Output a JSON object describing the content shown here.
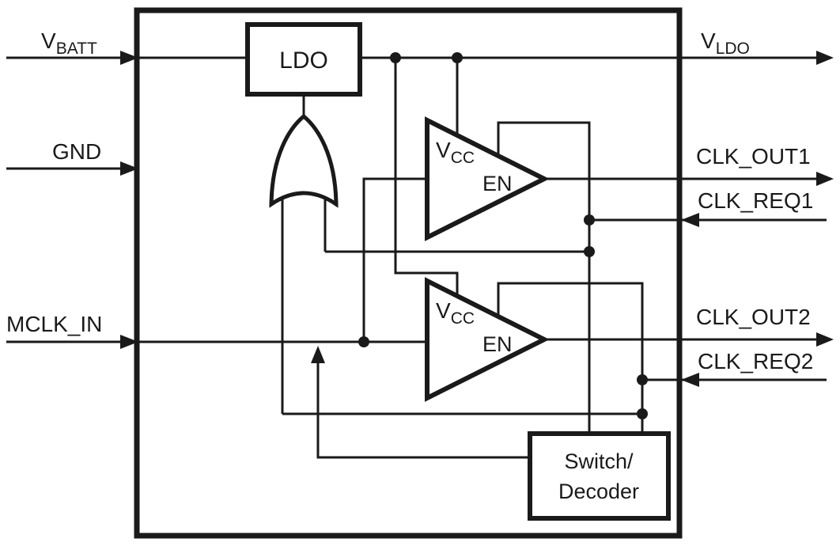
{
  "diagram": {
    "type": "functional-block-diagram",
    "colors": {
      "line": "#1a1a1a",
      "background": "#ffffff"
    },
    "blocks": {
      "ldo": {
        "label": "LDO"
      },
      "buffer1": {
        "vcc_main": "V",
        "vcc_sub": "CC",
        "en_label": "EN"
      },
      "buffer2": {
        "vcc_main": "V",
        "vcc_sub": "CC",
        "en_label": "EN"
      },
      "switch_decoder": {
        "label_line1": "Switch/",
        "label_line2": "Decoder"
      }
    },
    "pins": {
      "vbatt": {
        "main": "V",
        "sub": "BATT"
      },
      "gnd": {
        "label": "GND"
      },
      "mclk_in": {
        "label": "MCLK_IN"
      },
      "vldo": {
        "main": "V",
        "sub": "LDO"
      },
      "clk_out1": {
        "label": "CLK_OUT1"
      },
      "clk_req1": {
        "label": "CLK_REQ1"
      },
      "clk_out2": {
        "label": "CLK_OUT2"
      },
      "clk_req2": {
        "label": "CLK_REQ2"
      }
    }
  }
}
